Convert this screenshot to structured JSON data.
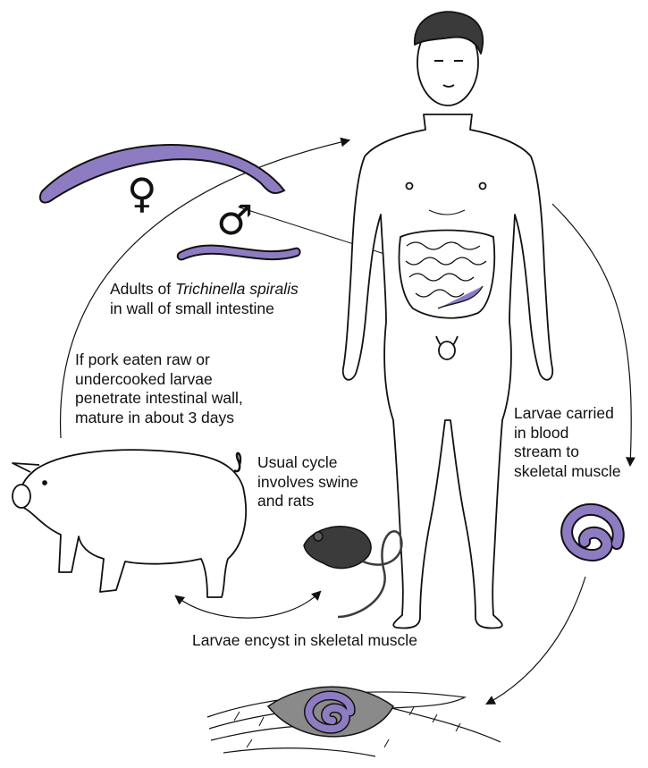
{
  "labels": {
    "adults_prefix": "Adults of ",
    "adults_species": "Trichinella spiralis",
    "adults_line2": "in wall of small intestine",
    "pork_lines": [
      "If pork eaten raw or",
      "undercooked larvae",
      "penetrate intestinal wall,",
      "mature in about 3 days"
    ],
    "cycle_lines": [
      "Usual cycle",
      "involves swine",
      "and rats"
    ],
    "blood_lines": [
      "Larvae carried",
      "in blood",
      "stream to",
      "skeletal muscle"
    ],
    "encyst": "Larvae encyst in skeletal muscle"
  },
  "symbols": {
    "female": "♀",
    "male": "♂"
  },
  "colors": {
    "worm": "#8e7cc3",
    "worm_light": "#b7a9dd",
    "outline": "#111111",
    "hair": "#3a3a3a",
    "rat": "#3b3b3b",
    "cyst": "#8a8a8a"
  },
  "icons": [
    "female-worm",
    "male-worm",
    "human-figure",
    "pig",
    "rat",
    "coiled-larva",
    "muscle-cyst"
  ]
}
